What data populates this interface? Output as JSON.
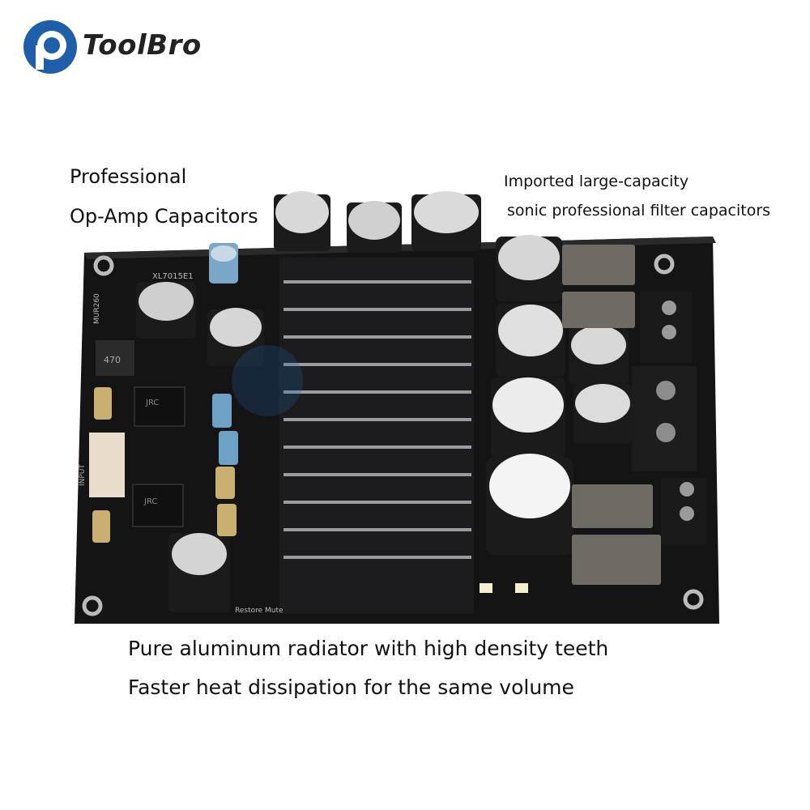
{
  "brand": {
    "name": "ToolBro",
    "logo_color": "#1f5ea8"
  },
  "captions": {
    "top_left_line1": "Professional",
    "top_left_line2": "Op-Amp Capacitors",
    "top_right_line1": "Imported large-capacity",
    "top_right_line2": "sonic professional filter capacitors",
    "bottom_line1": "Pure aluminum radiator with high density teeth",
    "bottom_line2": "Faster heat dissipation for the same volume"
  },
  "board_labels": {
    "regulator": "XL7015E1",
    "inductor": "470",
    "diode": "MUR260",
    "input": "INPUT",
    "chip1": "JRC",
    "chip2": "JRC",
    "restore_mute": "Restore Mute"
  },
  "colors": {
    "pcb": "#141414",
    "heatsink": "#1c1c1e",
    "capacitor": "#d8d8d8"
  }
}
